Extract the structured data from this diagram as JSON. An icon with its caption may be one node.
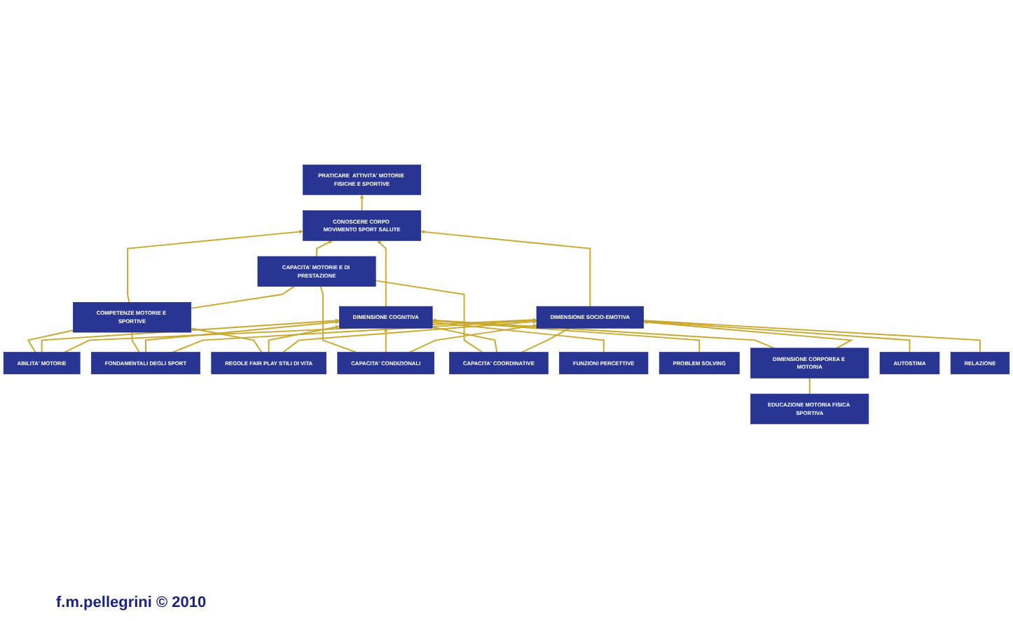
{
  "diagram": {
    "nodes": [
      {
        "text": [
          "PRATICARE  ATTIVITA' MOTORIE FISICHE E SPORTIVE"
        ]
      },
      {
        "text": [
          "CONOSCERE CORPO MOVIMENTO SPORT SALUTE"
        ]
      },
      {
        "text": [
          "COMPETENZE MOTORIE E SPORTIVE"
        ]
      },
      {
        "text": [
          "CAPACITA' MOTORIE E DI PRESTAZIONE"
        ]
      },
      {
        "text": [
          "ABILITA' MOTORIE"
        ]
      },
      {
        "text": [
          "FONDAMENTALI DEGLI SPORT"
        ]
      },
      {
        "text": [
          "REGOLE FAIR PLAY STILI DI VITA"
        ]
      },
      {
        "text": [
          "CAPACITA' CONDIZIONALI"
        ]
      },
      {
        "text": [
          "CAPACITA' COORDINATIVE"
        ]
      },
      {
        "text": [
          "DIMENSIONE COGNITIVA"
        ]
      },
      {
        "text": [
          "DIMENSIONE SOCIO-EMOTIVA"
        ]
      },
      {
        "text": [
          "FUNZIONI PERCETTIVE"
        ]
      },
      {
        "text": [
          "PROBLEM SOLVING"
        ]
      },
      {
        "text": [
          "DIMENSIONE CORPOREA E MOTORIA"
        ]
      },
      {
        "text": [
          "AUTOSTIMA"
        ]
      },
      {
        "text": [
          "RELAZIONE"
        ]
      },
      {
        "text": [
          "EDUCAZIONE MOTORIA FISICA SPORTIVA"
        ]
      }
    ],
    "edges": [
      {
        "from": 1,
        "to": 0,
        "arrow": "to"
      },
      {
        "from": 2,
        "to": 1,
        "arrow": "to"
      },
      {
        "from": 3,
        "to": 1,
        "arrow": "to"
      },
      {
        "from": 9,
        "to": 1,
        "arrow": "to"
      },
      {
        "from": 10,
        "to": 1,
        "arrow": "to"
      },
      {
        "from": 2,
        "to": 3,
        "arrow": "none"
      },
      {
        "from": 4,
        "to": 2,
        "arrow": "none"
      },
      {
        "from": 5,
        "to": 2,
        "arrow": "none"
      },
      {
        "from": 6,
        "to": 2,
        "arrow": "none"
      },
      {
        "from": 7,
        "to": 3,
        "arrow": "none"
      },
      {
        "from": 8,
        "to": 3,
        "arrow": "none"
      },
      {
        "from": 4,
        "to": 9,
        "arrow": "to"
      },
      {
        "from": 5,
        "to": 9,
        "arrow": "to"
      },
      {
        "from": 6,
        "to": 9,
        "arrow": "to"
      },
      {
        "from": 7,
        "to": 9,
        "arrow": "to"
      },
      {
        "from": 8,
        "to": 9,
        "arrow": "to"
      },
      {
        "from": 4,
        "to": 10,
        "arrow": "to"
      },
      {
        "from": 5,
        "to": 10,
        "arrow": "to"
      },
      {
        "from": 6,
        "to": 10,
        "arrow": "to"
      },
      {
        "from": 7,
        "to": 10,
        "arrow": "to"
      },
      {
        "from": 8,
        "to": 10,
        "arrow": "to"
      },
      {
        "from": 13,
        "to": 9,
        "arrow": "to"
      },
      {
        "from": 13,
        "to": 10,
        "arrow": "to"
      },
      {
        "from": 11,
        "to": 9,
        "arrow": "none"
      },
      {
        "from": 12,
        "to": 9,
        "arrow": "none"
      },
      {
        "from": 14,
        "to": 10,
        "arrow": "none"
      },
      {
        "from": 15,
        "to": 10,
        "arrow": "none"
      },
      {
        "from": 16,
        "to": 13,
        "arrow": "none"
      }
    ],
    "labels": [
      "f.m.pellegrini © 2010"
    ]
  }
}
